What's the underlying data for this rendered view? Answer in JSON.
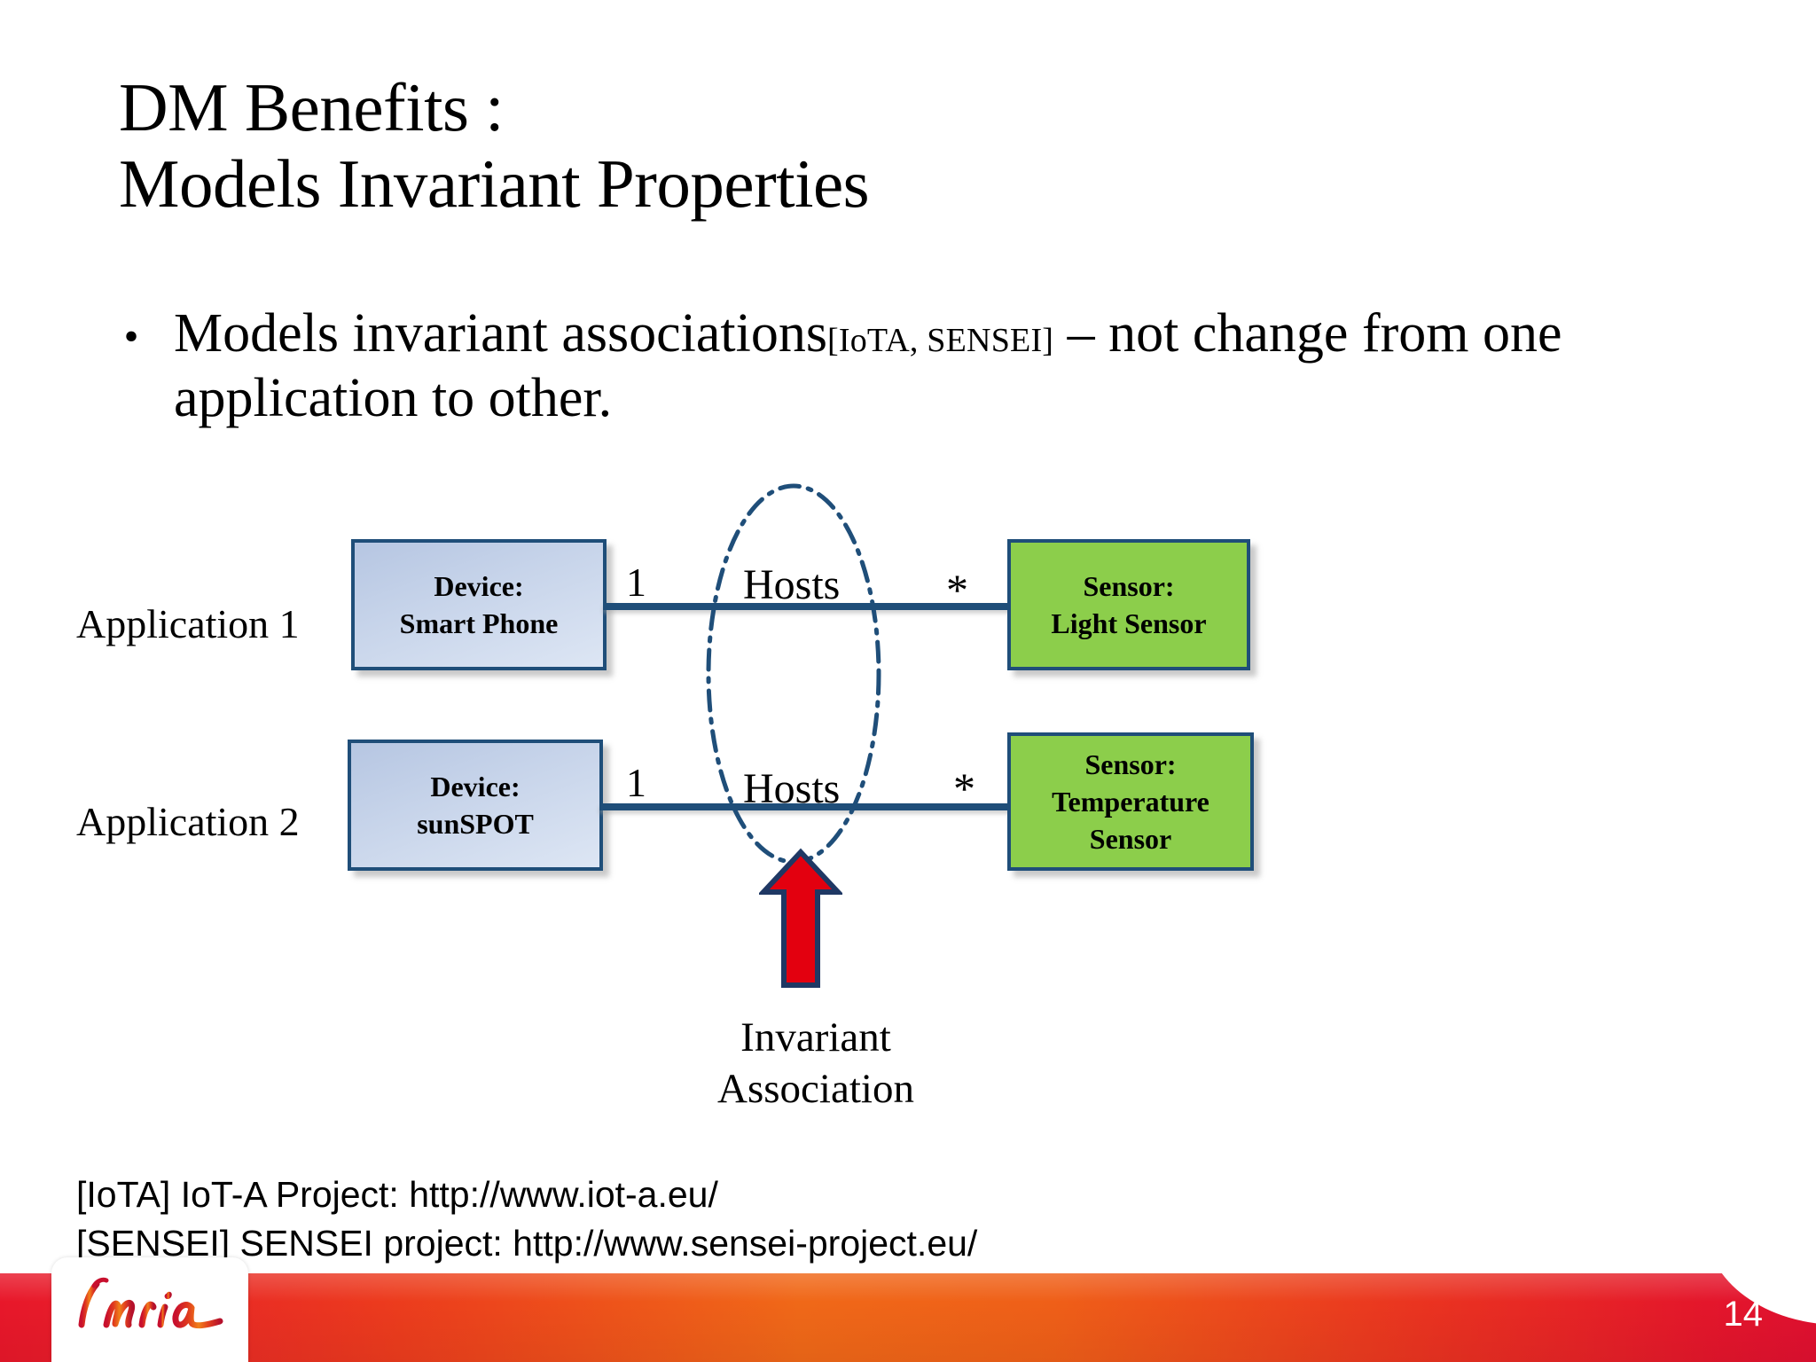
{
  "slide": {
    "page_number": "14",
    "title_lines": [
      "DM Benefits :",
      "Models Invariant Properties"
    ],
    "bullet": {
      "text_before": "Models invariant associations",
      "citation": "[IoTA, SENSEI]",
      "text_after": "– not change from one application to other."
    },
    "footnotes": [
      "[IoTA] IoT-A Project: http://www.iot-a.eu/",
      "[SENSEI] SENSEI project: http://www.sensei-project.eu/"
    ],
    "logo_alt": "Inria"
  },
  "diagram": {
    "rows": [
      {
        "app_label": "Application 1",
        "device_line1": "Device:",
        "device_line2": "Smart Phone",
        "mult_left": "1",
        "association": "Hosts",
        "mult_right": "*",
        "sensor_line1": "Sensor:",
        "sensor_line2": "Light  Sensor",
        "sensor_line3": ""
      },
      {
        "app_label": "Application 2",
        "device_line1": "Device:",
        "device_line2": "sunSPOT",
        "mult_left": "1",
        "association": "Hosts",
        "mult_right": "*",
        "sensor_line1": "Sensor:",
        "sensor_line2": "Temperature",
        "sensor_line3": "Sensor"
      }
    ],
    "caption_line1": "Invariant",
    "caption_line2": "Association"
  },
  "colors": {
    "device_box_fill": "#c7d4ea",
    "sensor_box_fill": "#8CCE4B",
    "box_border": "#1F4E79",
    "association_line": "#1F4E79",
    "highlight_ellipse": "#1F4E79",
    "arrow_fill": "#E3000F",
    "arrow_border": "#1F3864",
    "footer_red": "#e8172a",
    "footer_orange": "#f06818",
    "page_number_color": "#ffffff"
  }
}
